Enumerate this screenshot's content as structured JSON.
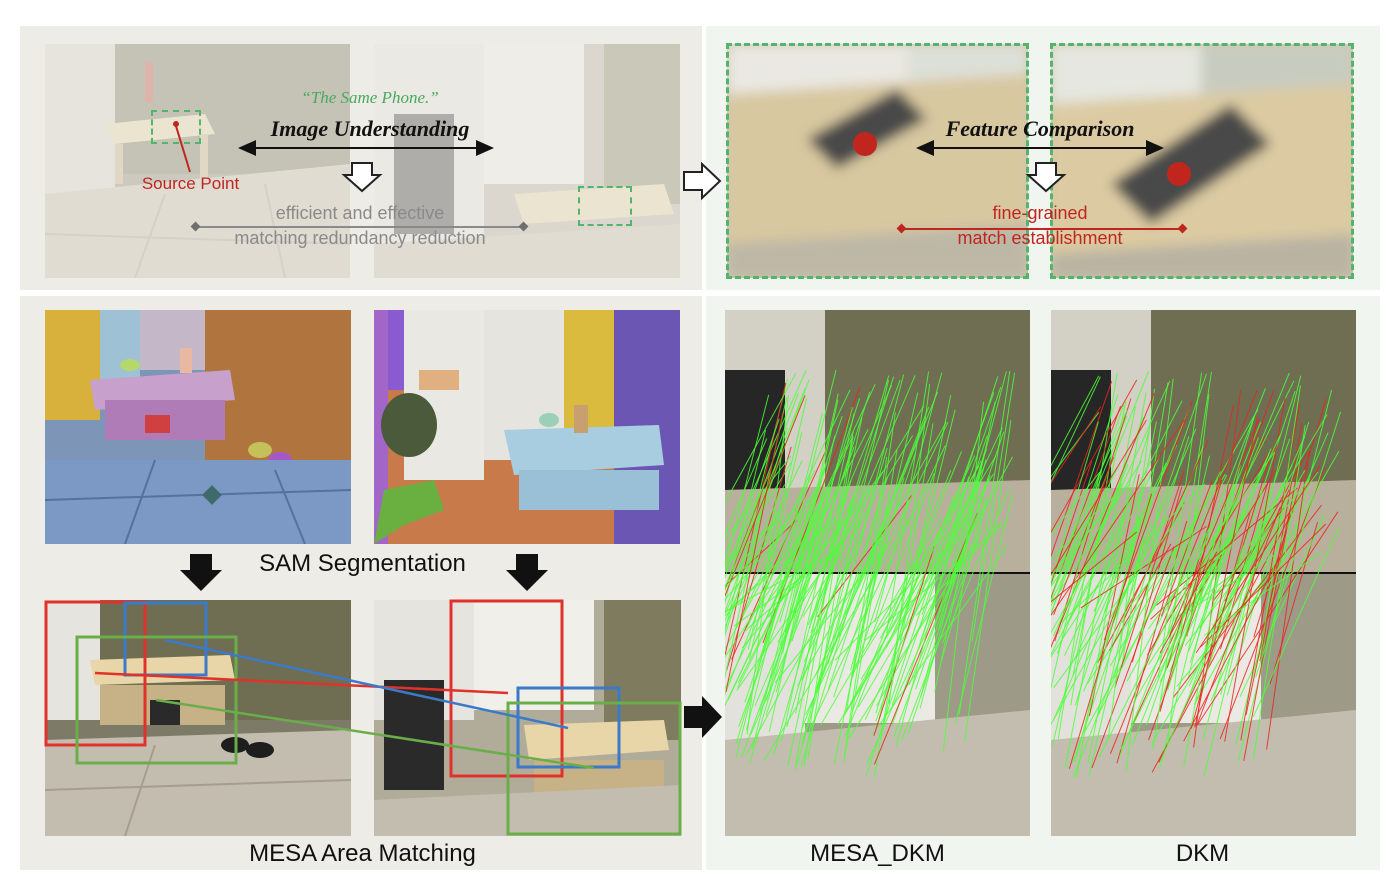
{
  "top": {
    "quote": "“The Same Phone.”",
    "image_understanding": "Image Understanding",
    "source_point": "Source Point",
    "efficient_line1": "efficient and effective",
    "efficient_line2": "matching redundancy reduction",
    "feature_comparison": "Feature Comparison",
    "fine_line1": "fine-grained",
    "fine_line2": "match establishment"
  },
  "bottom": {
    "sam_segmentation": "SAM Segmentation",
    "mesa_area_matching": "MESA Area Matching",
    "mesa_dkm": "MESA_DKM",
    "dkm": "DKM"
  },
  "colors": {
    "accent_green": "#53b56b",
    "source_red": "#c0261e",
    "match_green": "#4cff3a",
    "match_red": "#e8261e",
    "box_red": "#e0322a",
    "box_blue": "#3a7ac8",
    "box_green": "#6aae4a"
  },
  "icons": [
    "arrow-right-outline-icon",
    "arrow-down-outline-icon",
    "arrow-down-filled-icon",
    "arrow-right-filled-icon"
  ]
}
